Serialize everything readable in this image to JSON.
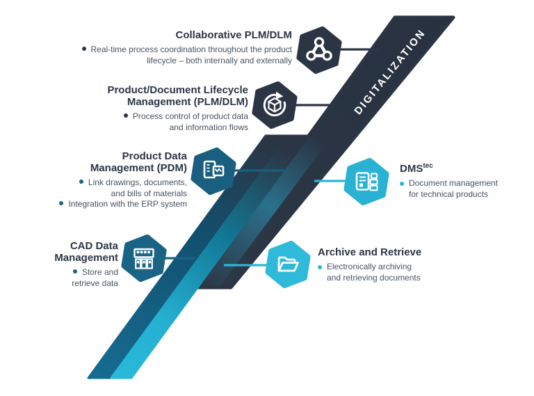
{
  "band": {
    "label": "DIGITALIZATION"
  },
  "colors": {
    "navy": "#2b3544",
    "petrol": "#1a6080",
    "cyan": "#29b6d7",
    "stripe_teal": "#176d93",
    "stripe_cyan": "#2bbbdc",
    "heading_text": "#2b3544",
    "body_text": "#47525f"
  },
  "sections": {
    "collaborative": {
      "title": "Collaborative PLM/DLM",
      "icon": "network-nodes-icon",
      "bullet_line1": "Real-time process coordination throughout the product",
      "bullet_line2": "lifecycle – both internally and externally"
    },
    "plm_dlm": {
      "title_line1": "Product/Document Lifecycle",
      "title_line2": "Management (PLM/DLM)",
      "icon": "cube-sync-icon",
      "bullet_line1": "Process control of product data",
      "bullet_line2": "and information flows"
    },
    "pdm": {
      "title_line1": "Product Data",
      "title_line2": "Management (PDM)",
      "icon": "linked-documents-icon",
      "bullet1_line1": "Link drawings, documents,",
      "bullet1_line2": "and bills of materials",
      "bullet2": "Integration with the ERP system"
    },
    "cad": {
      "title_line1": "CAD Data",
      "title_line2": "Management",
      "icon": "storage-rack-icon",
      "bullet_line1": "Store and",
      "bullet_line2": "retrieve data"
    },
    "dms": {
      "title": "DMS",
      "title_sup": "tec",
      "icon": "document-list-icon",
      "bullet_line1": "Document management",
      "bullet_line2": "for technical products"
    },
    "archive": {
      "title": "Archive and Retrieve",
      "icon": "open-folder-icon",
      "bullet_line1": "Electronically archiving",
      "bullet_line2": "and retrieving documents"
    }
  }
}
